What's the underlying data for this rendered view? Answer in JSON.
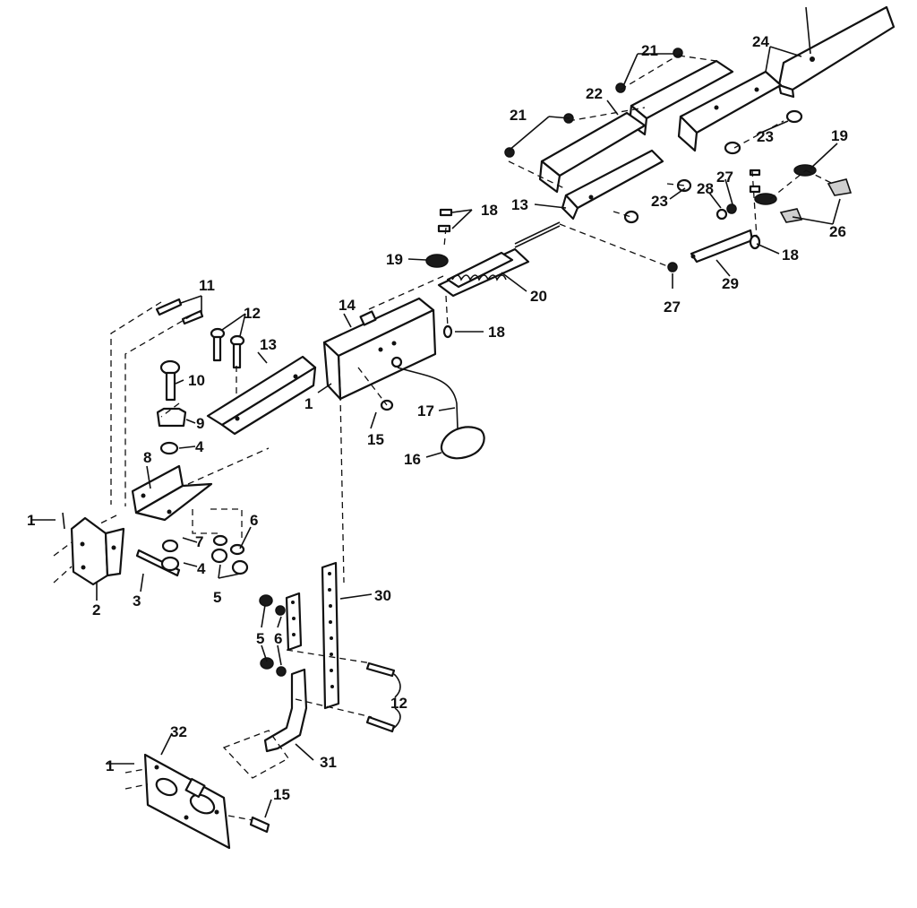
{
  "callouts": {
    "c1a": "1",
    "c1b": "1",
    "c1c": "1",
    "c2": "2",
    "c3": "3",
    "c4a": "4",
    "c4b": "4",
    "c5a": "5",
    "c5b": "5",
    "c6a": "6",
    "c6b": "6",
    "c7": "7",
    "c8": "8",
    "c9": "9",
    "c10": "10",
    "c11": "11",
    "c12a": "12",
    "c12b": "12",
    "c13a": "13",
    "c13b": "13",
    "c14": "14",
    "c15a": "15",
    "c15b": "15",
    "c16": "16",
    "c17": "17",
    "c18a": "18",
    "c18b": "18",
    "c18c": "18",
    "c19a": "19",
    "c19b": "19",
    "c20": "20",
    "c21a": "21",
    "c21b": "21",
    "c22": "22",
    "c23a": "23",
    "c23b": "23",
    "c24": "24",
    "c26": "26",
    "c27a": "27",
    "c27b": "27",
    "c28": "28",
    "c29": "29",
    "c30": "30",
    "c31": "31",
    "c32": "32"
  }
}
